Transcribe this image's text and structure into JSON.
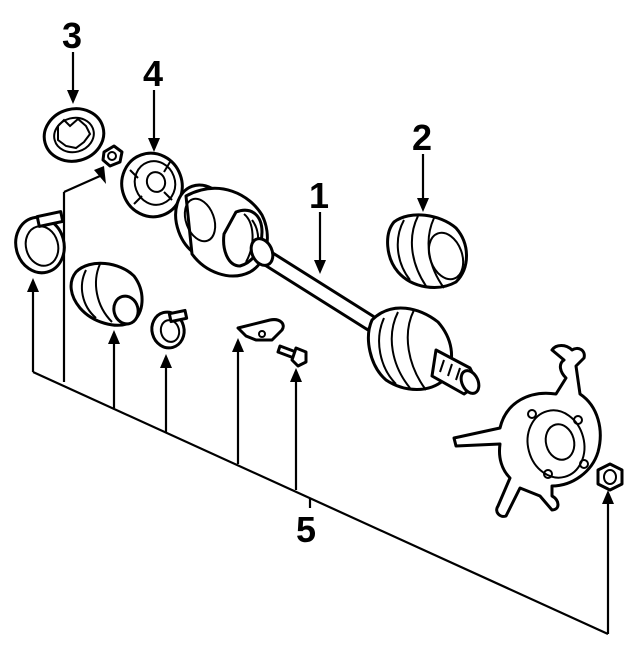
{
  "callouts": {
    "c1": "1",
    "c2": "2",
    "c3": "3",
    "c4": "4",
    "c5": "5"
  },
  "parts": [
    {
      "callout": "1",
      "name": "axle-shaft-assembly"
    },
    {
      "callout": "2",
      "name": "inner-boot"
    },
    {
      "callout": "3",
      "name": "outer-joint"
    },
    {
      "callout": "4",
      "name": "inner-joint"
    },
    {
      "callout": "5",
      "name": "boot-clamps-and-hardware"
    }
  ],
  "colors": {
    "line": "#000000",
    "background": "#ffffff"
  }
}
